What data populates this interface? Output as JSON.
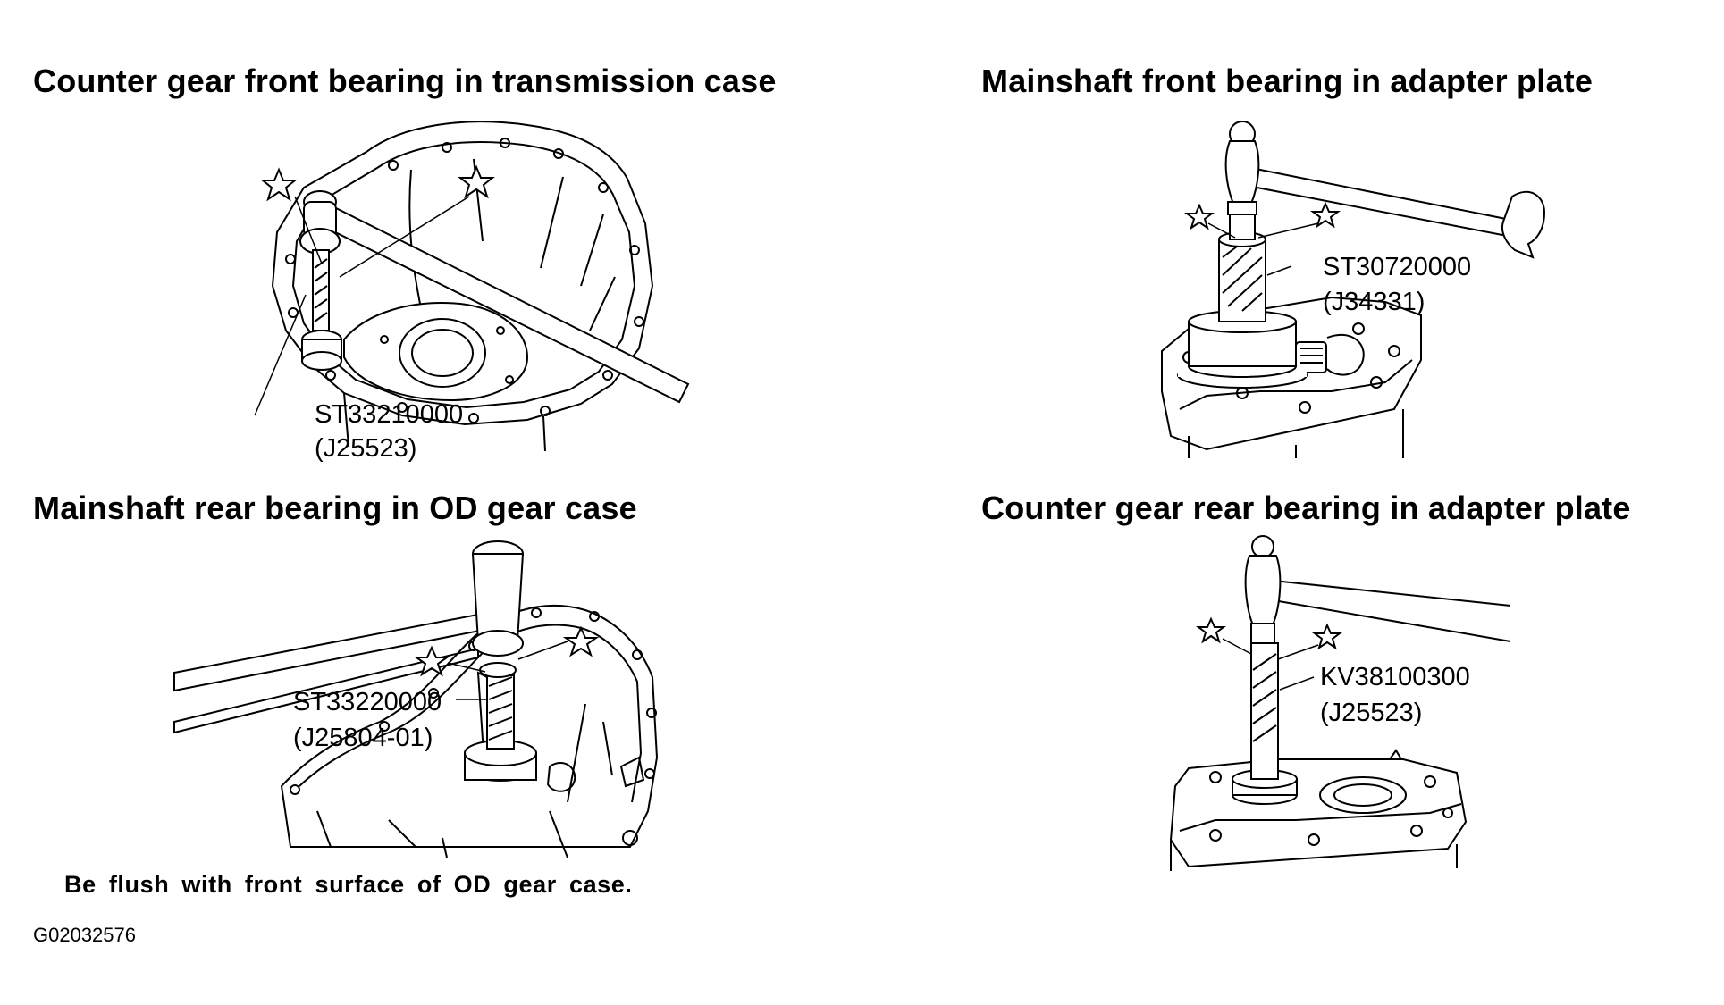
{
  "panels": [
    {
      "title": "Counter gear front bearing in transmission case",
      "tool_code": "ST33210000",
      "tool_alt": "(J25523)"
    },
    {
      "title": "Mainshaft front bearing in adapter plate",
      "tool_code": "ST30720000",
      "tool_alt": "(J34331)"
    },
    {
      "title": "Mainshaft rear bearing in OD gear case",
      "tool_code": "ST33220000",
      "tool_alt": "(J25804-01)"
    },
    {
      "title": "Counter gear rear bearing in adapter plate",
      "tool_code": "KV38100300",
      "tool_alt": "(J25523)"
    }
  ],
  "note": "Be flush with front surface of OD gear case.",
  "figure_id": "G02032576",
  "icons": [
    "star-marker-icon",
    "hammer-icon",
    "bearing-drift-icon"
  ]
}
